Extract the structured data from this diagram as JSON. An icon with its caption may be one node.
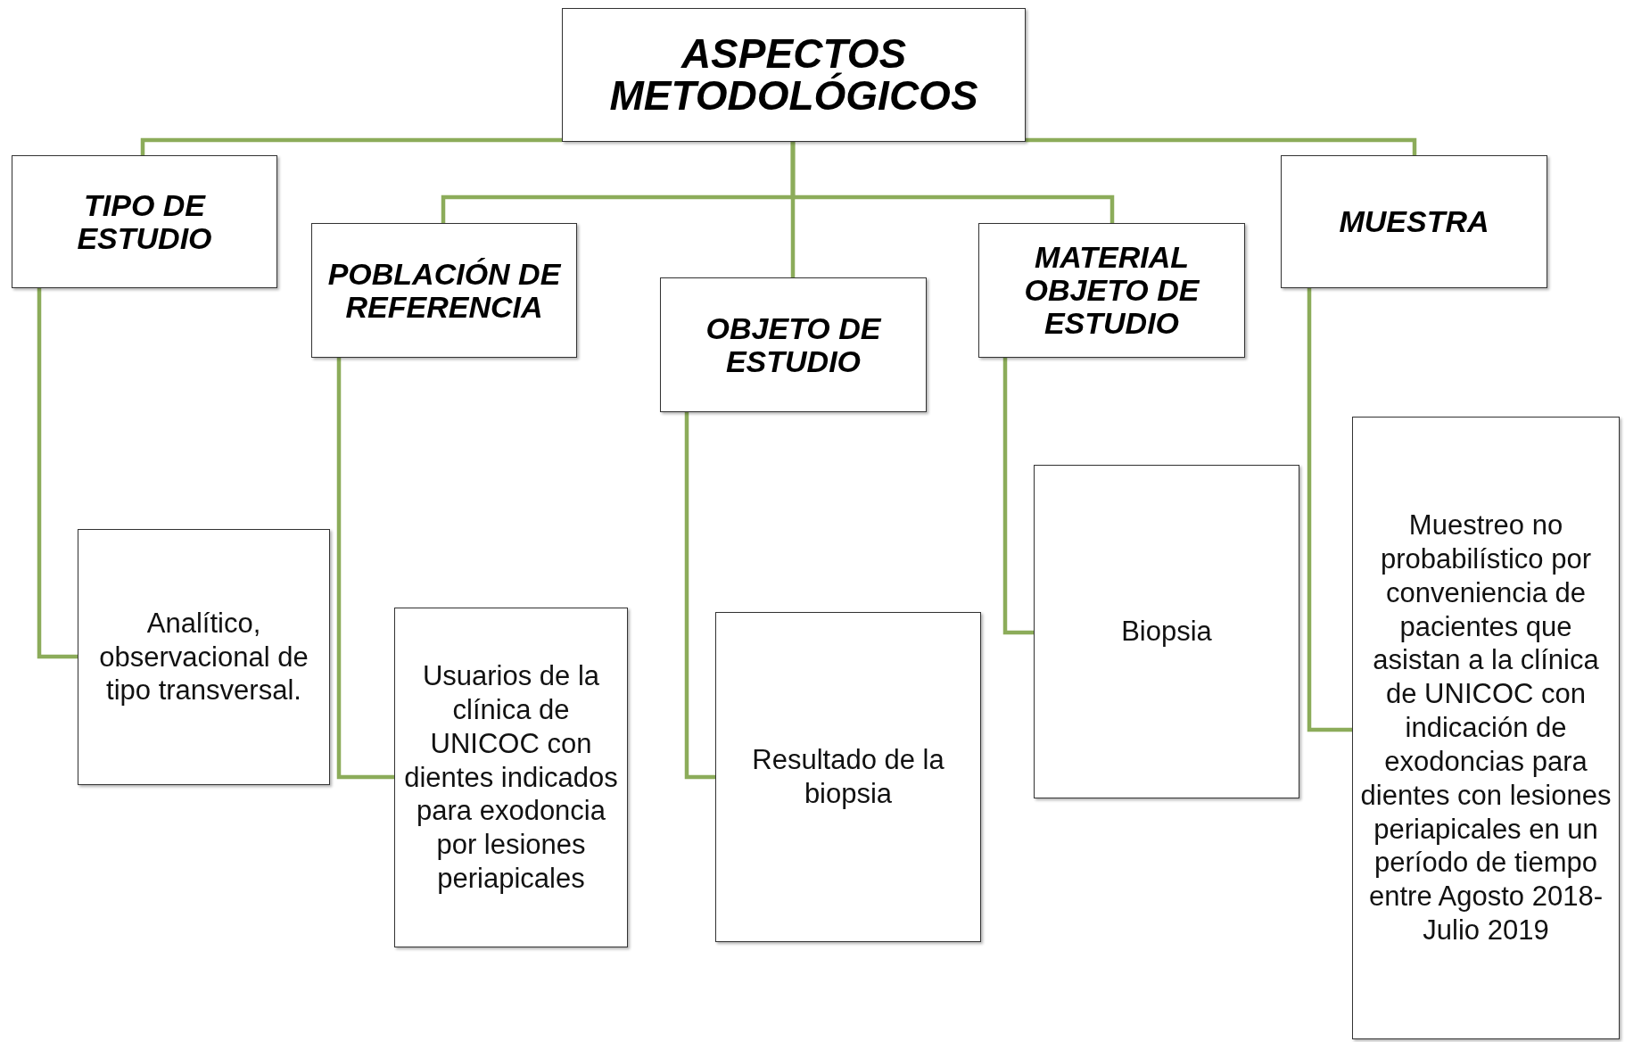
{
  "diagram": {
    "nodes": [
      {
        "text": [
          "ASPECTOS METODOLÓGICOS"
        ]
      },
      {
        "text": [
          "TIPO DE ESTUDIO"
        ]
      },
      {
        "text": [
          "POBLACIÓN DE REFERENCIA"
        ]
      },
      {
        "text": [
          "OBJETO DE ESTUDIO"
        ]
      },
      {
        "text": [
          "MATERIAL OBJETO DE ESTUDIO"
        ]
      },
      {
        "text": [
          "MUESTRA"
        ]
      },
      {
        "text": [
          "Analítico, observacional de tipo transversal."
        ]
      },
      {
        "text": [
          "Usuarios de la clínica de UNICOC con dientes indicados para exodoncia  por lesiones periapicales"
        ]
      },
      {
        "text": [
          "Resultado de la biopsia"
        ]
      },
      {
        "text": [
          "Biopsia"
        ]
      },
      {
        "text": [
          "Muestreo no probabilístico por conveniencia de pacientes que asistan a la clínica de UNICOC con indicación de exodoncias para dientes con lesiones periapicales en un período de tiempo entre Agosto 2018- Julio   2019"
        ]
      }
    ],
    "edges": [
      {
        "from": 0,
        "to": 1,
        "arrow": "none"
      },
      {
        "from": 0,
        "to": 2,
        "arrow": "none"
      },
      {
        "from": 0,
        "to": 3,
        "arrow": "none"
      },
      {
        "from": 0,
        "to": 4,
        "arrow": "none"
      },
      {
        "from": 0,
        "to": 5,
        "arrow": "none"
      },
      {
        "from": 1,
        "to": 6,
        "arrow": "none"
      },
      {
        "from": 2,
        "to": 7,
        "arrow": "none"
      },
      {
        "from": 3,
        "to": 8,
        "arrow": "none"
      },
      {
        "from": 4,
        "to": 9,
        "arrow": "none"
      },
      {
        "from": 5,
        "to": 10,
        "arrow": "none"
      }
    ]
  }
}
